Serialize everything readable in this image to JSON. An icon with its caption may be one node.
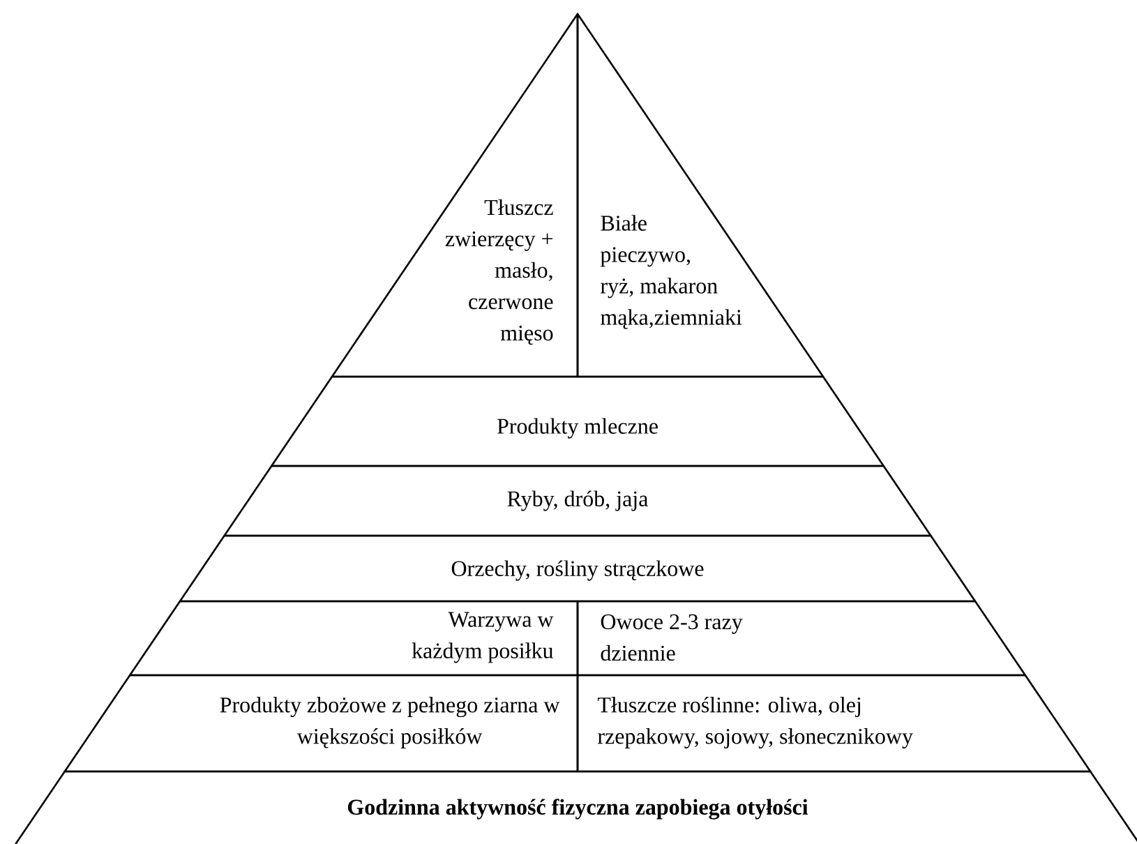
{
  "diagram": {
    "nodes": [
      {
        "text": [
          "Tłuszcz zwierzęcy + masło, czerwone mięso"
        ]
      },
      {
        "text": [
          "Białe pieczywo, ryż, makaron mąka,ziemniaki"
        ]
      },
      {
        "text": [
          "Produkty mleczne"
        ]
      },
      {
        "text": [
          "Ryby, drób, jaja"
        ]
      },
      {
        "text": [
          "Orzechy, rośliny strączkowe"
        ]
      },
      {
        "text": [
          "Warzywa w każdym posiłku"
        ]
      },
      {
        "text": [
          "Owoce 2-3 razy dziennie"
        ]
      },
      {
        "text": [
          "Produkty zbożowe z pełnego ziarna w większości posiłków"
        ]
      },
      {
        "text": [
          "Tłuszcze roślinne: oliwa, olej rzepakowy, sojowy, słonecznikowy"
        ]
      },
      {
        "text": [
          "**Godzinna aktywność fizyczna zapobiega otyłości**"
        ]
      }
    ]
  }
}
